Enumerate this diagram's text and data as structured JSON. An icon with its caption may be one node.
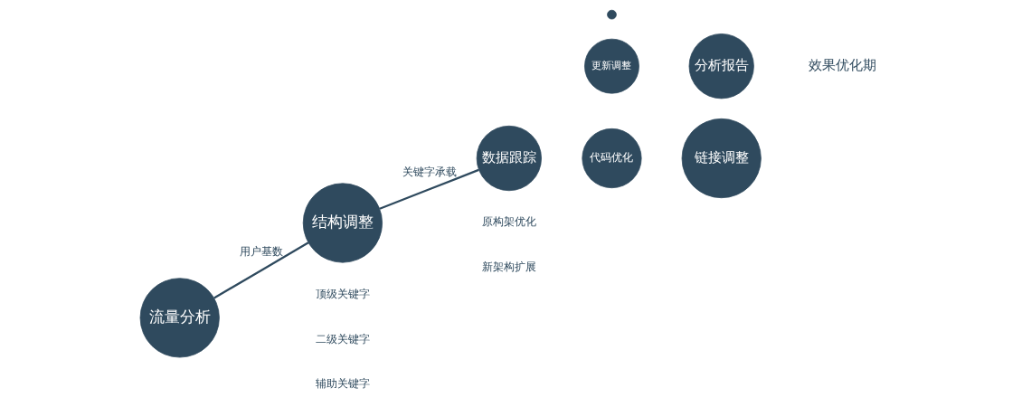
{
  "diagram": {
    "nodes": [
      {
        "text": [
          "流量分析"
        ]
      },
      {
        "text": [
          "结构调整"
        ]
      },
      {
        "text": [
          "数据跟踪"
        ]
      },
      {
        "text": [
          "代码优化"
        ]
      },
      {
        "text": [
          "链接调整"
        ]
      },
      {
        "text": [
          "更新调整"
        ]
      },
      {
        "text": [
          "分析报告"
        ]
      },
      {
        "text": [],
        "shape": "circle"
      }
    ],
    "edges": [
      {
        "from": 0,
        "to": 1,
        "arrow": "none",
        "label": "用户基数"
      },
      {
        "from": 1,
        "to": 2,
        "arrow": "none",
        "label": "关键字承载"
      }
    ],
    "labels": [
      "顶级关键字",
      "二级关键字",
      "辅助关键字",
      "原构架优化",
      "新架构扩展",
      "效果优化期"
    ]
  }
}
